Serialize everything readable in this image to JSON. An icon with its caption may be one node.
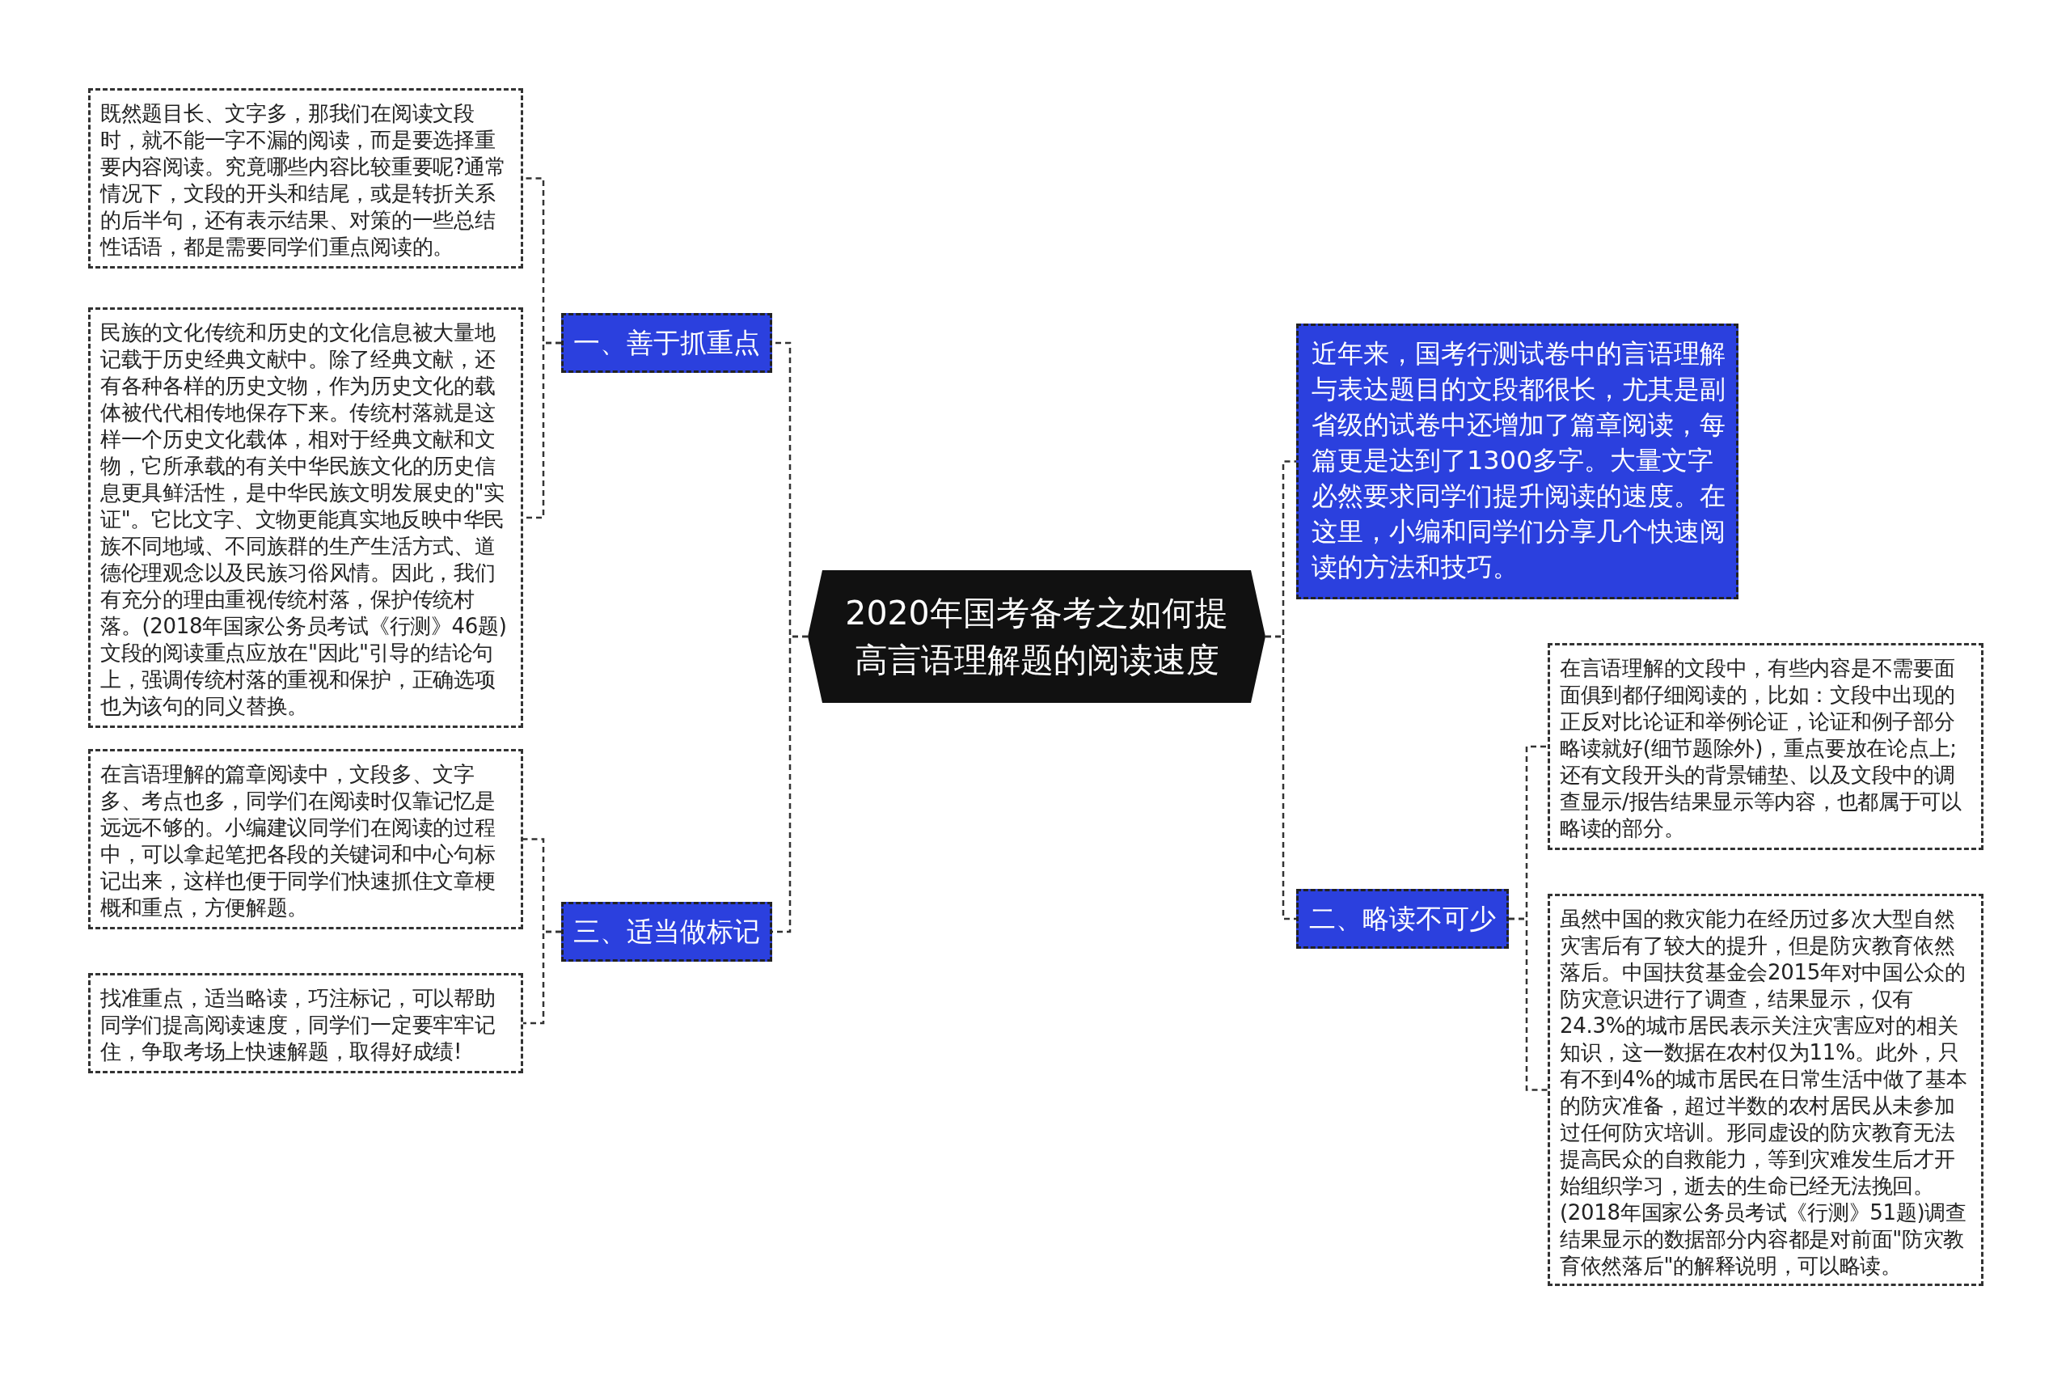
{
  "diagram": {
    "nodes": [
      {
        "text": [
          "2020年国考备考之如何提高言语理解题的阅读速度"
        ]
      },
      {
        "text": [
          "一、善于抓重点"
        ]
      },
      {
        "text": [
          "既然题目长、文字多，那我们在阅读文段时，就不能一字不漏的阅读，而是要选择重要内容阅读。究竟哪些内容比较重要呢?通常情况下，文段的开头和结尾，或是转折关系的后半句，还有表示结果、对策的一些总结性话语，都是需要同学们重点阅读的。"
        ]
      },
      {
        "text": [
          "民族的文化传统和历史的文化信息被大量地记载于历史经典文献中。除了经典文献，还有各种各样的历史文物，作为历史文化的载体被代代相传地保存下来。传统村落就是这样一个历史文化载体，相对于经典文献和文物，它所承载的有关中华民族文化的历史信息更具鲜活性，是中华民族文明发展史的\"实证\"。它比文字、文物更能真实地反映中华民族不同地域、不同族群的生产生活方式、道德伦理观念以及民族习俗风情。因此，我们有充分的理由重视传统村落，保护传统村落。(2018年国家公务员考试《行测》46题)文段的阅读重点应放在\"因此\"引导的结论句上，强调传统村落的重视和保护，正确选项也为该句的同义替换。"
        ]
      },
      {
        "text": [
          "三、适当做标记"
        ]
      },
      {
        "text": [
          "在言语理解的篇章阅读中，文段多、文字多、考点也多，同学们在阅读时仅靠记忆是远远不够的。小编建议同学们在阅读的过程中，可以拿起笔把各段的关键词和中心句标记出来，这样也便于同学们快速抓住文章梗概和重点，方便解题。"
        ]
      },
      {
        "text": [
          "找准重点，适当略读，巧注标记，可以帮助同学们提高阅读速度，同学们一定要牢牢记住，争取考场上快速解题，取得好成绩!"
        ]
      },
      {
        "text": [
          "近年来，国考行测试卷中的言语理解与表达题目的文段都很长，尤其是副省级的试卷中还增加了篇章阅读，每篇更是达到了1300多字。大量文字必然要求同学们提升阅读的速度。在这里，小编和同学们分享几个快速阅读的方法和技巧。"
        ]
      },
      {
        "text": [
          "二、略读不可少"
        ]
      },
      {
        "text": [
          "在言语理解的文段中，有些内容是不需要面面俱到都仔细阅读的，比如：文段中出现的正反对比论证和举例论证，论证和例子部分略读就好(细节题除外)，重点要放在论点上;还有文段开头的背景铺垫、以及文段中的调查显示/报告结果显示等内容，也都属于可以略读的部分。"
        ]
      },
      {
        "text": [
          "虽然中国的救灾能力在经历过多次大型自然灾害后有了较大的提升，但是防灾教育依然落后。中国扶贫基金会2015年对中国公众的防灾意识进行了调查，结果显示，仅有24.3%的城市居民表示关注灾害应对的相关知识，这一数据在农村仅为11%。此外，只有不到4%的城市居民在日常生活中做了基本的防灾准备，超过半数的农村居民从未参加过任何防灾培训。形同虚设的防灾教育无法提高民众的自救能力，等到灾难发生后才开始组织学习，逝去的生命已经无法挽回。(2018年国家公务员考试《行测》51题)调查结果显示的数据部分内容都是对前面\"防灾教育依然落后\"的解释说明，可以略读。"
        ]
      }
    ],
    "edges": [
      {
        "from": 0,
        "to": 1,
        "arrow": "none"
      },
      {
        "from": 1,
        "to": 2,
        "arrow": "none"
      },
      {
        "from": 1,
        "to": 3,
        "arrow": "none"
      },
      {
        "from": 0,
        "to": 4,
        "arrow": "none"
      },
      {
        "from": 4,
        "to": 5,
        "arrow": "none"
      },
      {
        "from": 4,
        "to": 6,
        "arrow": "none"
      },
      {
        "from": 0,
        "to": 7,
        "arrow": "none"
      },
      {
        "from": 0,
        "to": 8,
        "arrow": "none"
      },
      {
        "from": 8,
        "to": 9,
        "arrow": "none"
      },
      {
        "from": 8,
        "to": 10,
        "arrow": "none"
      }
    ]
  }
}
